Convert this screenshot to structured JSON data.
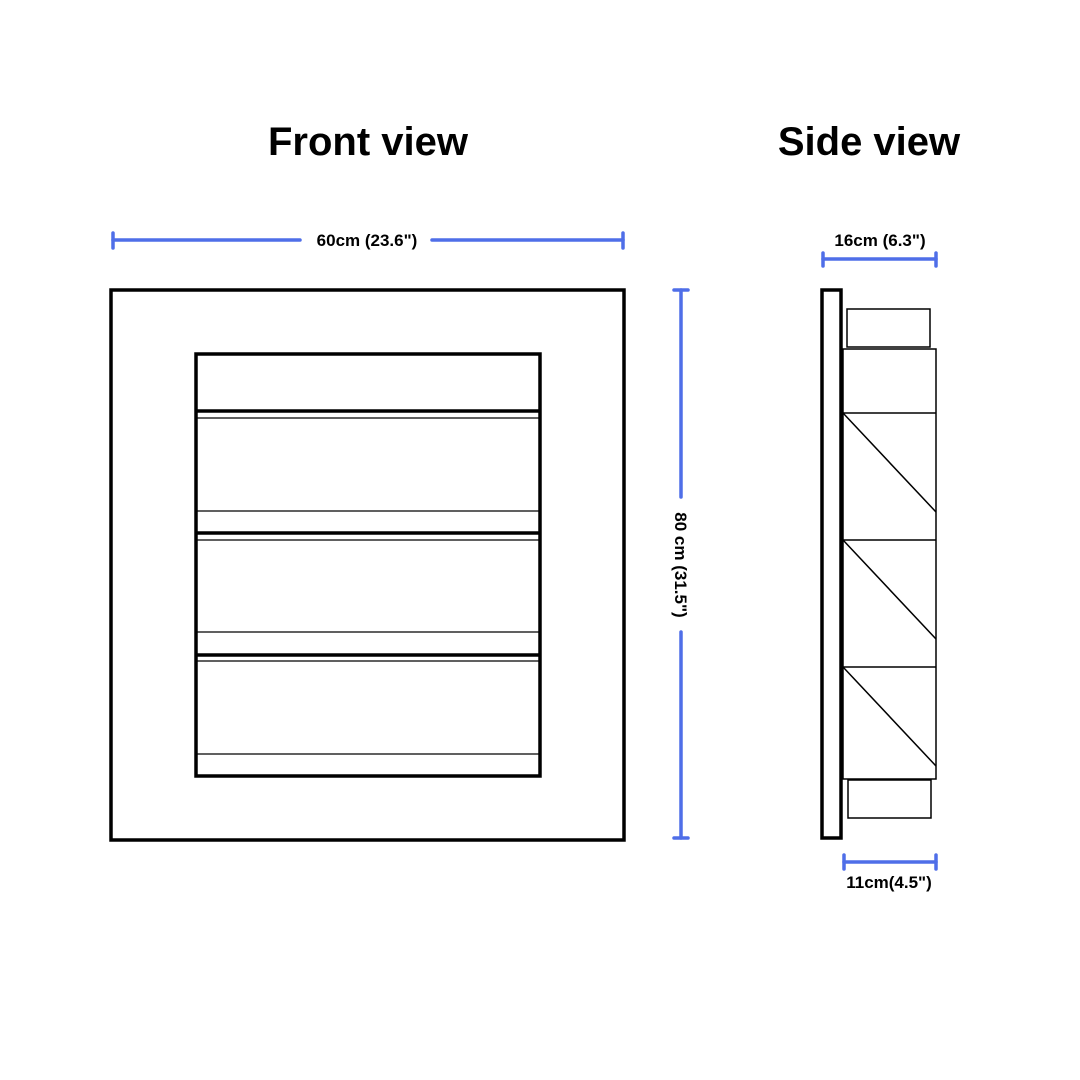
{
  "front_view": {
    "title": "Front view",
    "width_label": "60cm (23.6\")",
    "height_label": "80 cm (31.5\")"
  },
  "side_view": {
    "title": "Side view",
    "depth_label": "16cm (6.3\")",
    "shelf_depth_label": "11cm(4.5\")"
  },
  "colors": {
    "dimension_line": "#4f6ee8",
    "outline": "#000000",
    "background": "#ffffff"
  }
}
